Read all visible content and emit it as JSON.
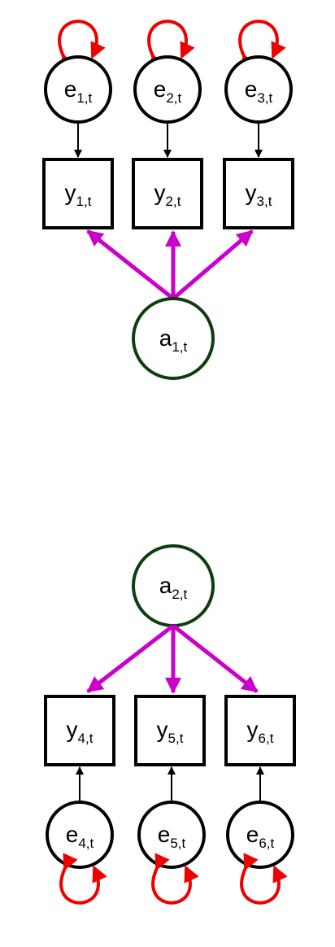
{
  "top_model": {
    "errors": [
      {
        "base": "e",
        "sub": "1,t"
      },
      {
        "base": "e",
        "sub": "2,t"
      },
      {
        "base": "e",
        "sub": "3,t"
      }
    ],
    "observed": [
      {
        "base": "y",
        "sub": "1,t"
      },
      {
        "base": "y",
        "sub": "2,t"
      },
      {
        "base": "y",
        "sub": "3,t"
      }
    ],
    "latent": {
      "base": "a",
      "sub": "1,t"
    }
  },
  "bottom_model": {
    "latent": {
      "base": "a",
      "sub": "2,t"
    },
    "observed": [
      {
        "base": "y",
        "sub": "4,t"
      },
      {
        "base": "y",
        "sub": "5,t"
      },
      {
        "base": "y",
        "sub": "6,t"
      }
    ],
    "errors": [
      {
        "base": "e",
        "sub": "4,t"
      },
      {
        "base": "e",
        "sub": "5,t"
      },
      {
        "base": "e",
        "sub": "6,t"
      }
    ]
  },
  "colors": {
    "loading_arrow": "#cc00cc",
    "error_arrow": "#000000",
    "variance_loop": "#ee0000",
    "latent_stroke": "#0f3d0f",
    "node_stroke": "#000000"
  }
}
